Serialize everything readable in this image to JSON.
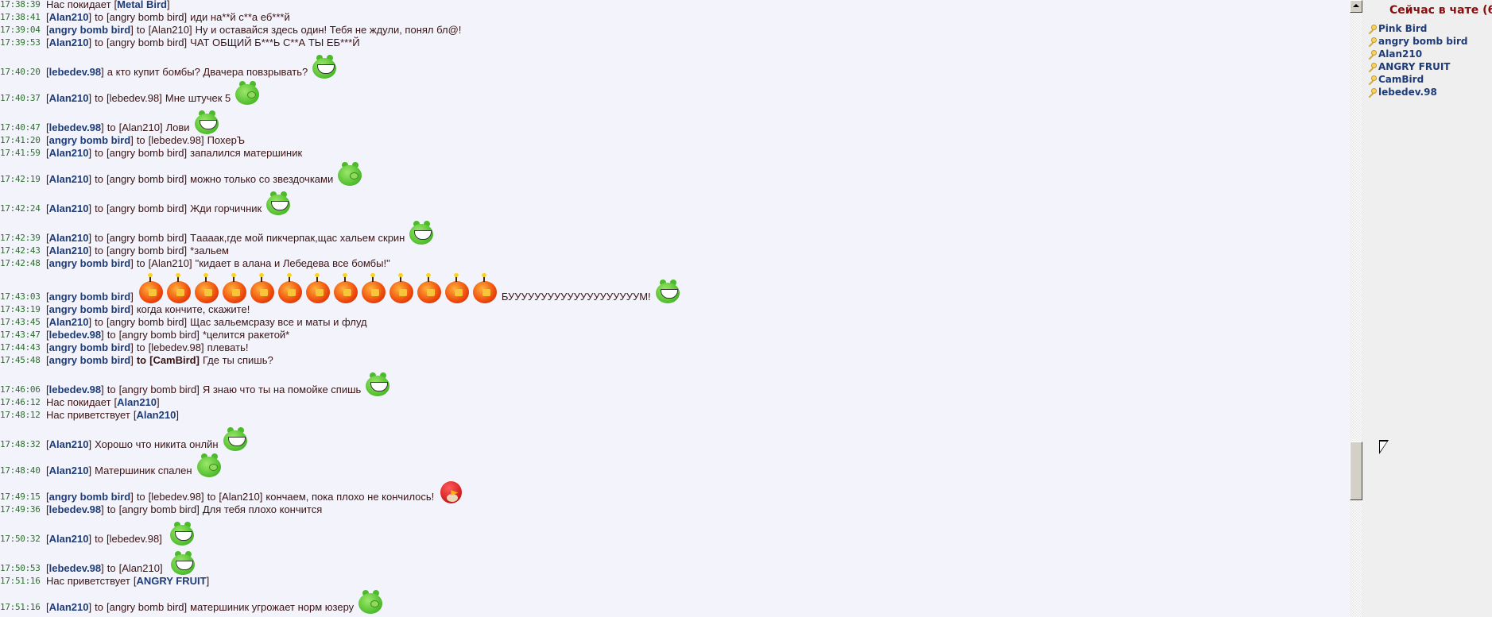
{
  "chat": {
    "messages": [
      {
        "time": "17:38:39",
        "system": "Нас покидает",
        "nick": "Metal Bird"
      },
      {
        "time": "17:38:41",
        "nick": "Alan210",
        "targets": [
          "angry bomb bird"
        ],
        "text": "иди на**й с**а еб***й"
      },
      {
        "time": "17:39:04",
        "nick": "angry bomb bird",
        "targets": [
          "Alan210"
        ],
        "text": "Ну и оставайся здесь один! Тебя не ждули, понял бл@!"
      },
      {
        "time": "17:39:53",
        "nick": "Alan210",
        "targets": [
          "angry bomb bird"
        ],
        "text": "ЧАТ ОБЩИЙ Б***Ь С**А ТЫ ЕБ***Й"
      },
      {
        "time": "17:40:20",
        "nick": "lebedev.98",
        "targets": [],
        "text": "а кто купит бомбы? Двачера повзрывать?",
        "smiley": "troll-pig"
      },
      {
        "time": "17:40:37",
        "nick": "Alan210",
        "targets": [
          "lebedev.98"
        ],
        "text": "Мне штучек 5",
        "smiley": "pig"
      },
      {
        "time": "17:40:47",
        "nick": "lebedev.98",
        "targets": [
          "Alan210"
        ],
        "text": "Лови",
        "smiley": "troll-pig"
      },
      {
        "time": "17:41:20",
        "nick": "angry bomb bird",
        "targets": [
          "lebedev.98"
        ],
        "text": "ПохерЪ"
      },
      {
        "time": "17:41:59",
        "nick": "Alan210",
        "targets": [
          "angry bomb bird"
        ],
        "text": "запалился матершиник"
      },
      {
        "time": "17:42:19",
        "nick": "Alan210",
        "targets": [
          "angry bomb bird"
        ],
        "text": "можно только со звездочками",
        "smiley": "pig"
      },
      {
        "time": "17:42:24",
        "nick": "Alan210",
        "targets": [
          "angry bomb bird"
        ],
        "text": "Жди горчичник",
        "smiley": "troll-pig"
      },
      {
        "time": "17:42:39",
        "nick": "Alan210",
        "targets": [
          "angry bomb bird"
        ],
        "text": "Тaaaак,где мой пикчерпак,щас хальем скрин",
        "smiley": "troll-pig"
      },
      {
        "time": "17:42:43",
        "nick": "Alan210",
        "targets": [
          "angry bomb bird"
        ],
        "text": "*зальем"
      },
      {
        "time": "17:42:48",
        "nick": "angry bomb bird",
        "targets": [
          "Alan210"
        ],
        "text": "\"кидает в алана и Лебедева все бомбы!\""
      },
      {
        "time": "17:43:03",
        "nick": "angry bomb bird",
        "targets": [],
        "bombs": 13,
        "text": "БУУУУУУУУУУУУУУУУУУУУМ!",
        "smiley": "troll-pig"
      },
      {
        "time": "17:43:19",
        "nick": "angry bomb bird",
        "targets": [],
        "text": "когда кончите, скажите!"
      },
      {
        "time": "17:43:45",
        "nick": "Alan210",
        "targets": [
          "angry bomb bird"
        ],
        "text": "Щас зальемсразу все и маты и флуд"
      },
      {
        "time": "17:43:47",
        "nick": "lebedev.98",
        "targets": [
          "angry bomb bird"
        ],
        "text": "*целится ракетой*"
      },
      {
        "time": "17:44:43",
        "nick": "angry bomb bird",
        "targets": [
          "lebedev.98"
        ],
        "text": "плевать!"
      },
      {
        "time": "17:45:48",
        "nick": "angry bomb bird",
        "targets": [
          "CamBird"
        ],
        "private": true,
        "text": "Где ты спишь?"
      },
      {
        "time": "17:46:06",
        "nick": "lebedev.98",
        "targets": [
          "angry bomb bird"
        ],
        "text": "Я знаю что ты на помойке спишь",
        "smiley": "troll-pig"
      },
      {
        "time": "17:46:12",
        "system": "Нас покидает",
        "nick": "Alan210"
      },
      {
        "time": "17:48:12",
        "system": "Нас приветствует",
        "nick": "Alan210"
      },
      {
        "time": "17:48:32",
        "nick": "Alan210",
        "targets": [],
        "text": "Хорошо что никита онлйн",
        "smiley": "troll-pig"
      },
      {
        "time": "17:48:40",
        "nick": "Alan210",
        "targets": [],
        "text": "Матершиник спален",
        "smiley": "pig"
      },
      {
        "time": "17:49:15",
        "nick": "angry bomb bird",
        "targets": [
          "lebedev.98",
          "Alan210"
        ],
        "text": "кончаем, пока плохо не кончилось!",
        "smiley": "red-bird"
      },
      {
        "time": "17:49:36",
        "nick": "lebedev.98",
        "targets": [
          "angry bomb bird"
        ],
        "text": "Для тебя плохо кончится"
      },
      {
        "time": "17:50:32",
        "nick": "Alan210",
        "targets": [
          "lebedev.98"
        ],
        "text": "",
        "smiley": "troll-pig"
      },
      {
        "time": "17:50:53",
        "nick": "lebedev.98",
        "targets": [
          "Alan210"
        ],
        "text": "",
        "smiley": "troll-pig"
      },
      {
        "time": "17:51:16",
        "system": "Нас приветствует",
        "nick": "ANGRY FRUIT"
      },
      {
        "time": "17:51:16",
        "nick": "Alan210",
        "targets": [
          "angry bomb bird"
        ],
        "text": "матершиник угрожает норм юзеру",
        "smiley": "pig"
      }
    ],
    "to_word": "to"
  },
  "sidebar": {
    "title": "Сейчас в чате (6",
    "users": [
      "Pink Bird",
      "angry bomb bird",
      "Alan210",
      "ANGRY FRUIT",
      "CamBird",
      "lebedev.98"
    ]
  },
  "colors": {
    "nick": "#1e3c78",
    "time": "#2e6e2e",
    "text": "#3b1414",
    "title": "#8a0c0c"
  }
}
